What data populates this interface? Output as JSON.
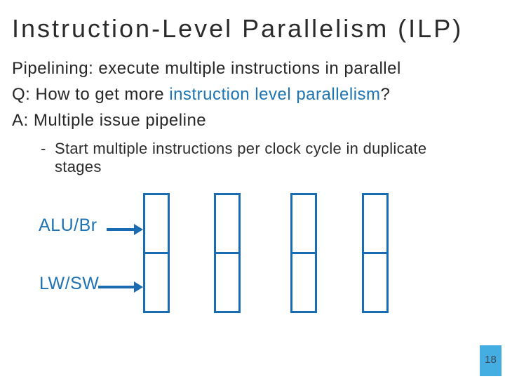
{
  "slide": {
    "title": "Instruction-Level Parallelism (ILP)",
    "body": {
      "line1": "Pipelining: execute multiple instructions in parallel",
      "line2_prefix": "Q: How to get more ",
      "line2_highlight": "instruction level parallelism",
      "line2_suffix": "?",
      "line3": "A: Multiple issue pipeline",
      "sub_dash": "-",
      "sub_text": "Start multiple instructions per clock cycle in duplicate stages"
    },
    "diagram": {
      "row_labels": [
        "ALU/Br",
        "LW/SW"
      ],
      "columns": 4,
      "rows_per_column": 2
    },
    "page_number": "18",
    "colors": {
      "text_dark": "#262626",
      "highlight_blue": "#1c74b3",
      "diagram_blue": "#1a6cb2",
      "page_badge_bg": "#44ade2",
      "page_number_text": "#3b4b59"
    }
  }
}
